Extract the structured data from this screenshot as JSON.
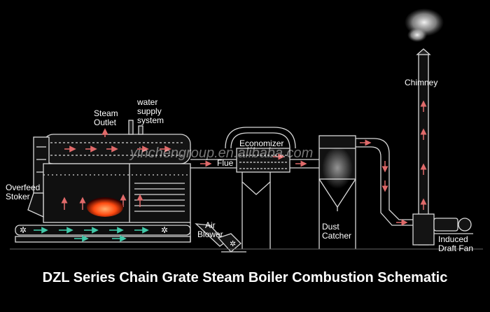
{
  "labels": {
    "steam_outlet": "Steam\nOutlet",
    "water_supply": "water\nsupply\nsystem",
    "economizer": "Economizer",
    "flue": "Flue",
    "chimney": "Chimney",
    "overfeed_stoker": "Overfeed\nStoker",
    "air_blower": "Air\nBlower",
    "dust_catcher": "Dust\nCatcher",
    "induced_draft_fan": "Induced\nDraft Fan"
  },
  "watermark": "yinchengroup.en.alibaba.com",
  "caption": "DZL Series Chain Grate Steam Boiler Combustion Schematic",
  "colors": {
    "background": "#000000",
    "line": "#d8d8d8",
    "flow_arrow": "#e06a6a",
    "feed_arrow": "#40c8a8",
    "flame": "#ff5a1e"
  }
}
